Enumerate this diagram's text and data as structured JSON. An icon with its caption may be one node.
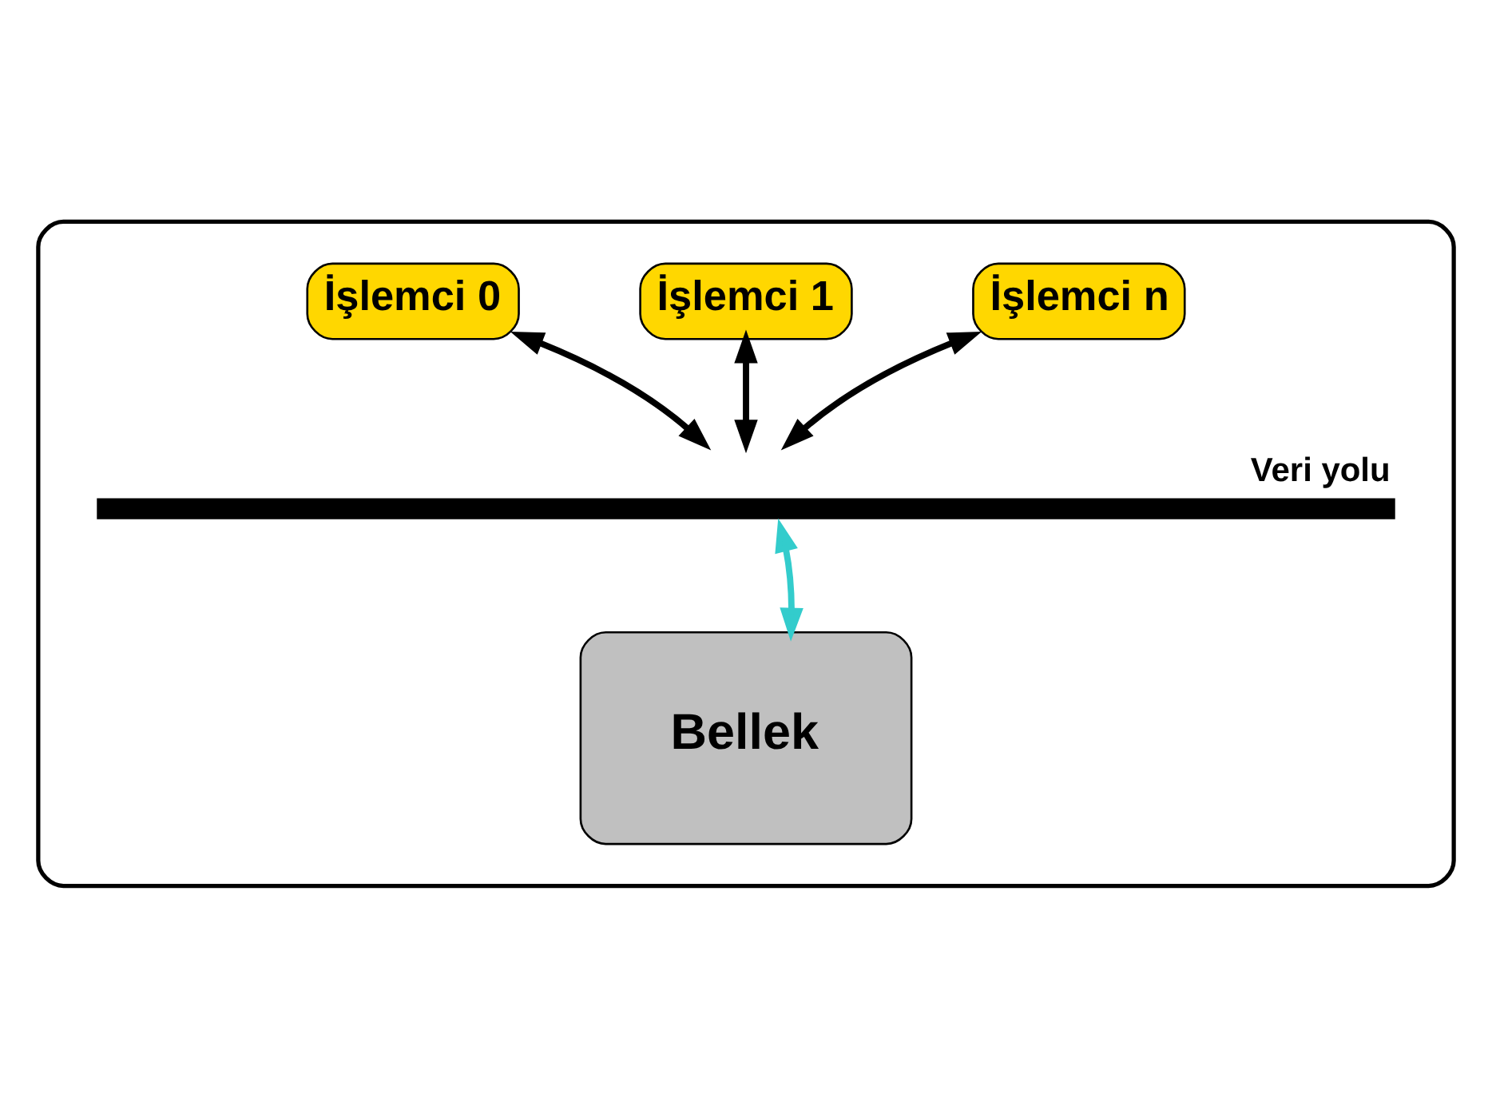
{
  "diagram": {
    "nodes": [
      {
        "text": [],
        "shape": "box"
      },
      {
        "text": [
          "İşlemci 0"
        ],
        "in": 0
      },
      {
        "text": [
          "İşlemci 1"
        ],
        "in": 0
      },
      {
        "text": [
          "İşlemci n"
        ],
        "in": 0
      },
      {
        "text": [],
        "shape": "bar",
        "beside": [
          "Veri yolu"
        ],
        "in": 0
      },
      {
        "text": [
          "Bellek"
        ],
        "in": 0
      }
    ],
    "edges": [
      {
        "from": 1,
        "to": 4,
        "arrow": "both"
      },
      {
        "from": 2,
        "to": 4,
        "arrow": "both"
      },
      {
        "from": 3,
        "to": 4,
        "arrow": "both"
      },
      {
        "from": 5,
        "to": 4,
        "arrow": "both",
        "color": "#33cccc"
      }
    ]
  }
}
